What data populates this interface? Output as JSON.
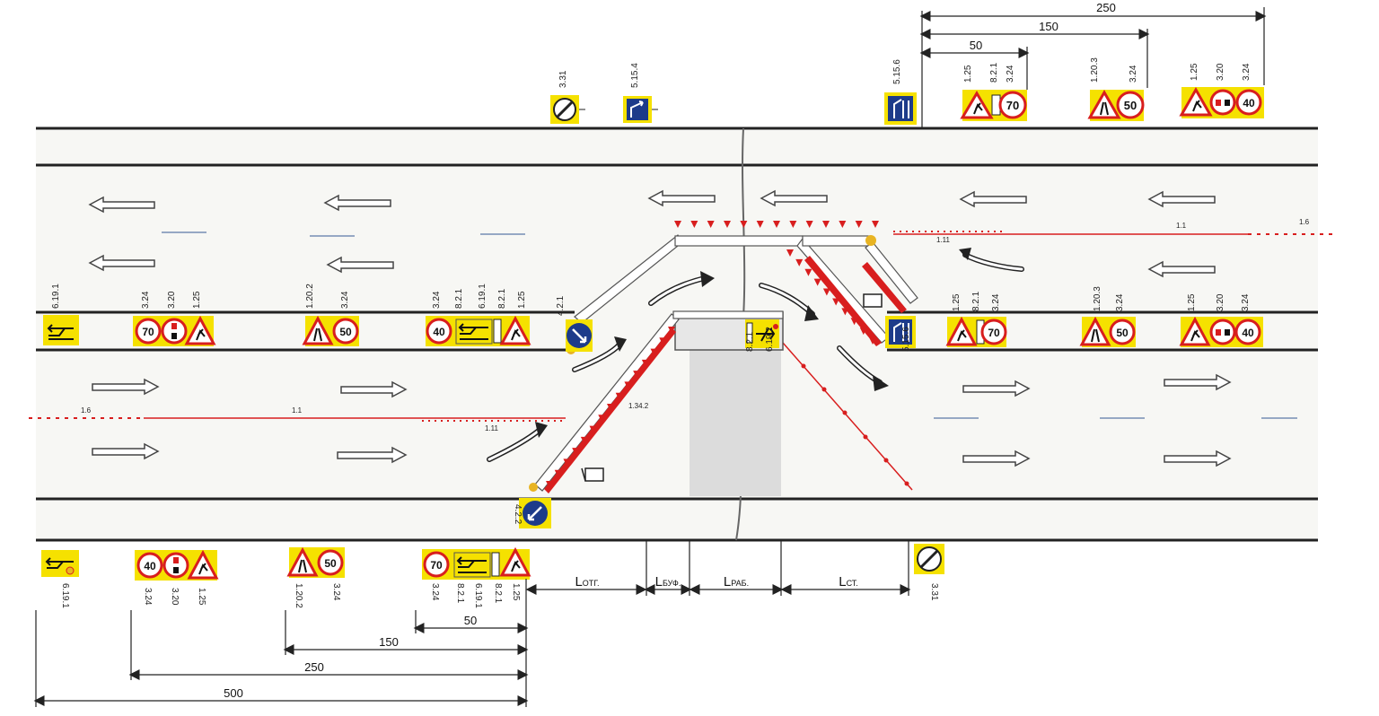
{
  "colors": {
    "road": "#f3f3ef",
    "edge": "#222222",
    "arrow": "#444444",
    "yellow": "#f5e100",
    "red": "#d81e1e",
    "blue": "#1d3b8a",
    "work_zone": "#dcdcdc",
    "lane_blue": "#5d7aa8"
  },
  "distances": {
    "top": [
      {
        "label": "250",
        "name": "dim-top-250"
      },
      {
        "label": "150",
        "name": "dim-top-150"
      },
      {
        "label": "50",
        "name": "dim-top-50"
      }
    ],
    "bottom": [
      {
        "label": "50",
        "name": "dim-bottom-50"
      },
      {
        "label": "150",
        "name": "dim-bottom-150"
      },
      {
        "label": "250",
        "name": "dim-bottom-250"
      },
      {
        "label": "500",
        "name": "dim-bottom-500"
      }
    ]
  },
  "zones": [
    {
      "main": "L",
      "sub": "ОТГ.",
      "name": "zone-lotg"
    },
    {
      "main": "L",
      "sub": "БУФ.",
      "name": "zone-lbuf"
    },
    {
      "main": "L",
      "sub": "РАБ.",
      "name": "zone-lrab"
    },
    {
      "main": "L",
      "sub": "СТ.",
      "name": "zone-lst"
    }
  ],
  "sign_labels": {
    "top": [
      {
        "code": "3.31"
      },
      {
        "code": "5.15.4"
      },
      {
        "code": "5.15.6"
      },
      {
        "code": "1.25"
      },
      {
        "code": "8.2.1"
      },
      {
        "code": "3.24"
      },
      {
        "code": "1.20.3"
      },
      {
        "code": "3.24"
      },
      {
        "code": "1.25"
      },
      {
        "code": "3.20"
      },
      {
        "code": "3.24"
      }
    ],
    "median_left": [
      {
        "code": "6.19.1"
      },
      {
        "code": "3.24"
      },
      {
        "code": "3.20"
      },
      {
        "code": "1.25"
      },
      {
        "code": "1.20.2"
      },
      {
        "code": "3.24"
      },
      {
        "code": "3.24"
      },
      {
        "code": "8.2.1"
      },
      {
        "code": "6.19.1"
      },
      {
        "code": "8.2.1"
      },
      {
        "code": "1.25"
      },
      {
        "code": "4.2.1"
      }
    ],
    "median_right": [
      {
        "code": "1.25"
      },
      {
        "code": "8.2.1"
      },
      {
        "code": "3.24"
      },
      {
        "code": "1.20.3"
      },
      {
        "code": "3.24"
      },
      {
        "code": "1.25"
      },
      {
        "code": "3.20"
      },
      {
        "code": "3.24"
      },
      {
        "code": "8.2.1"
      },
      {
        "code": "6.19.2"
      },
      {
        "code": "5.15.6"
      }
    ],
    "bottom": [
      {
        "code": "6.19.1"
      },
      {
        "code": "3.24"
      },
      {
        "code": "3.20"
      },
      {
        "code": "1.25"
      },
      {
        "code": "1.20.2"
      },
      {
        "code": "3.24"
      },
      {
        "code": "3.24"
      },
      {
        "code": "8.2.1"
      },
      {
        "code": "6.19.1"
      },
      {
        "code": "8.2.1"
      },
      {
        "code": "1.25"
      },
      {
        "code": "3.31"
      },
      {
        "code": "4.2.2"
      }
    ]
  },
  "markings": [
    {
      "code": "1.1"
    },
    {
      "code": "1.6"
    },
    {
      "code": "1.11"
    },
    {
      "code": "1.1"
    },
    {
      "code": "1.6"
    },
    {
      "code": "1.11"
    },
    {
      "code": "1.34.2"
    }
  ],
  "speed_values": [
    "70",
    "50",
    "40",
    "70",
    "50",
    "40",
    "70",
    "50",
    "40",
    "40",
    "50",
    "70"
  ]
}
